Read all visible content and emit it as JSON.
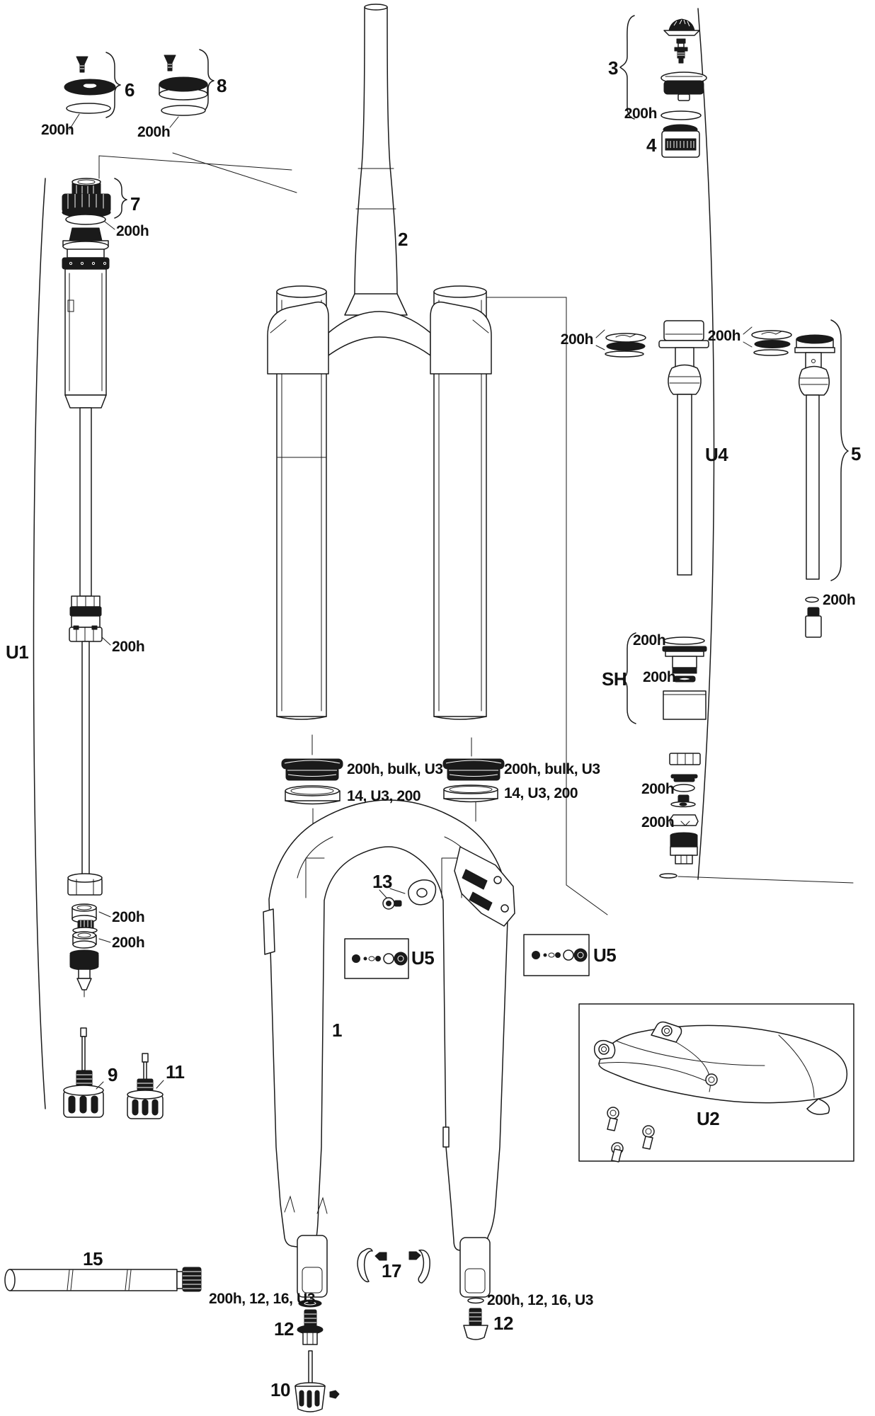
{
  "labels": {
    "n1": "1",
    "n2": "2",
    "n3": "3",
    "n4": "4",
    "n5": "5",
    "n6": "6",
    "n7": "7",
    "n8": "8",
    "n9": "9",
    "n10": "10",
    "n11": "11",
    "n12": "12",
    "n13": "13",
    "n15": "15",
    "n17": "17",
    "u1": "U1",
    "u2": "U2",
    "u4": "U4",
    "u5": "U5",
    "sh": "SH",
    "h200": "200h",
    "seal_kit": "200h, bulk, U3",
    "foam_kit": "14, U3, 200",
    "foot_kit": "200h, 12, 16, U3"
  },
  "colors": {
    "ink": "#1a1a1a",
    "paper": "#ffffff"
  }
}
